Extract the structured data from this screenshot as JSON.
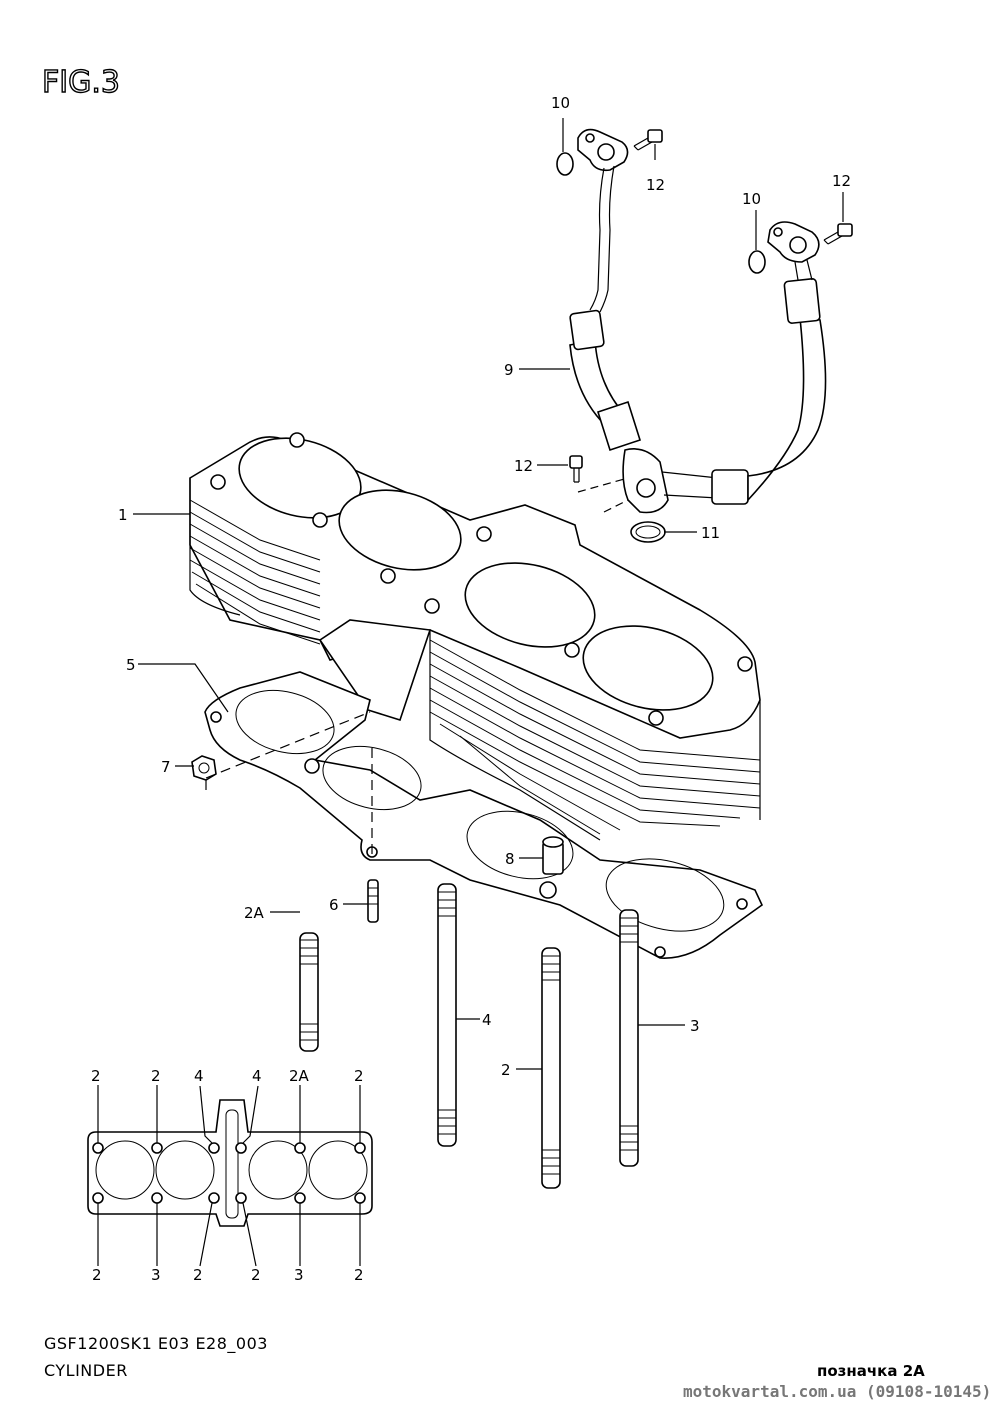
{
  "figure": {
    "title": "FIG.3"
  },
  "footer": {
    "model_code": "GSF1200SK1 E03 E28_003",
    "section_name": "CYLINDER",
    "note": "позначка 2А",
    "source": "motokvartal.com.ua (09108-10145)"
  },
  "callouts": {
    "c1": "1",
    "c2a_main": "2A",
    "c2_main": "2",
    "c3_main": "3",
    "c4_main": "4",
    "c5": "5",
    "c6": "6",
    "c7": "7",
    "c8": "8",
    "c9": "9",
    "c10_top": "10",
    "c10_right": "10",
    "c11": "11",
    "c12_top": "12",
    "c12_right": "12",
    "c12_mid": "12"
  },
  "stud_map": {
    "top_row": [
      "2",
      "2",
      "4",
      "4",
      "2A",
      "2"
    ],
    "bottom_row": [
      "2",
      "3",
      "2",
      "2",
      "3",
      "2"
    ]
  }
}
